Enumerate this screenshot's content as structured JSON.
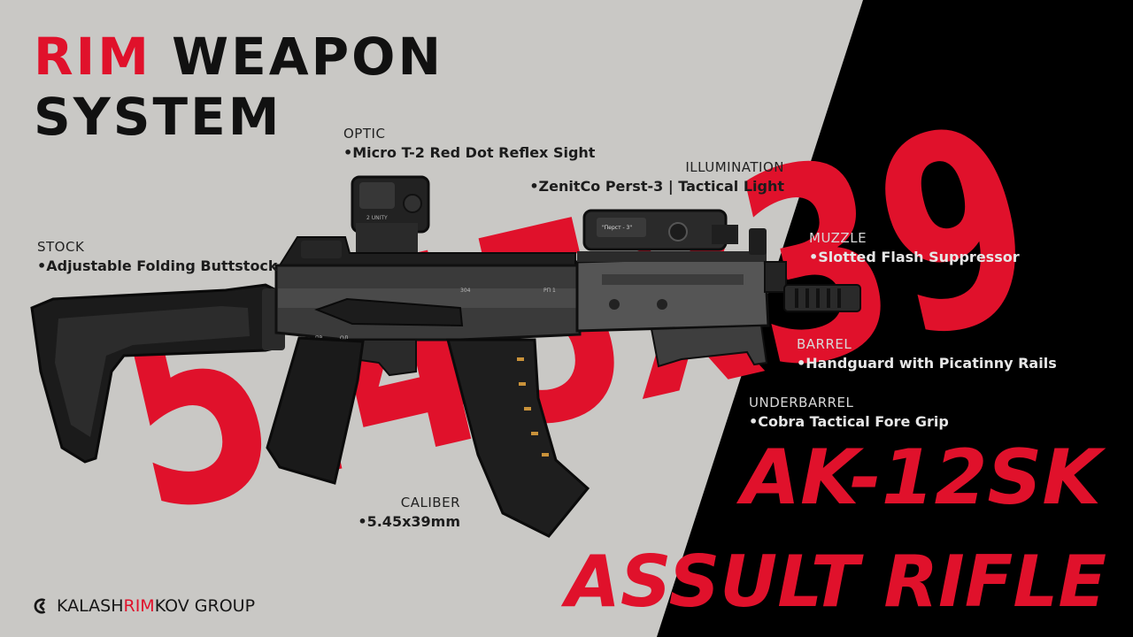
{
  "header": {
    "title_accent": "RIM",
    "title_line1": "WEAPON",
    "title_line2": "SYSTEM"
  },
  "background_text": "5.45x39",
  "callouts": {
    "optic": {
      "label": "OPTIC",
      "value": "Micro T-2 Red Dot Reflex Sight"
    },
    "illumination": {
      "label": "ILLUMINATION",
      "value": "ZenitCo Perst-3 | Tactical Light"
    },
    "stock": {
      "label": "STOCK",
      "value": "Adjustable Folding Buttstock"
    },
    "muzzle": {
      "label": "MUZZLE",
      "value": "Slotted Flash Suppressor"
    },
    "barrel": {
      "label": "BARREL",
      "value": "Handguard with Picatinny Rails"
    },
    "underbarrel": {
      "label": "UNDERBARREL",
      "value": "Cobra Tactical Fore Grip"
    },
    "caliber": {
      "label": "CALIBER",
      "value": "5.45x39mm"
    }
  },
  "model": {
    "name": "AK-12SK",
    "type": "ASSULT RIFLE"
  },
  "weapon_markings": {
    "optic_text": "2 UNITY",
    "light_text": "\"Перст - 3\"",
    "receiver_num": "304",
    "receiver_tag": "РП 1",
    "selector_a": "ПР",
    "selector_b": "ОД"
  },
  "brand": {
    "pre": "KALASH",
    "accent": "RIM",
    "post": "KOV GROUP",
    "icon": "kalashnikov-logo-icon"
  },
  "colors": {
    "accent": "#e0112b",
    "background_light": "#c9c8c5",
    "background_dark": "#000000"
  }
}
